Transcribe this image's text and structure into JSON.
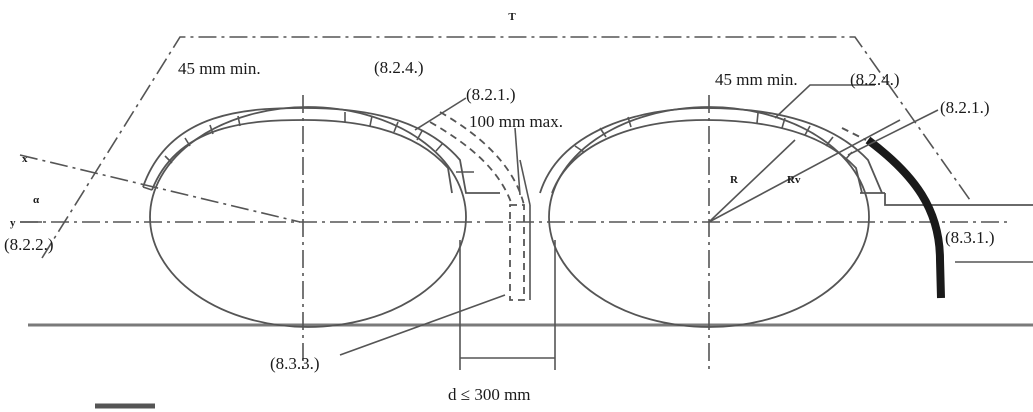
{
  "labels": {
    "t": "T",
    "left_arc_min": "45 mm min.",
    "left_arc_ref": "(8.2.4.)",
    "left_sill_ref": "(8.2.1.)",
    "gap_max": "100 mm max.",
    "right_arc_min": "45 mm min.",
    "right_arc_ref": "(8.2.4.)",
    "right_sill_ref": "(8.2.1.)",
    "radius_r": "R",
    "radius_rv": "Rv",
    "flap_ref": "(8.3.1.)",
    "angle_ref": "(8.2.2.)",
    "center_ref": "(8.3.3.)",
    "distance": "d ≤ 300 mm",
    "alpha": "α",
    "x_axis": "x",
    "y_axis": "y"
  },
  "colors": {
    "line": "#555555",
    "flap": "#1a1a1a",
    "ground": "#7a7a7a"
  }
}
